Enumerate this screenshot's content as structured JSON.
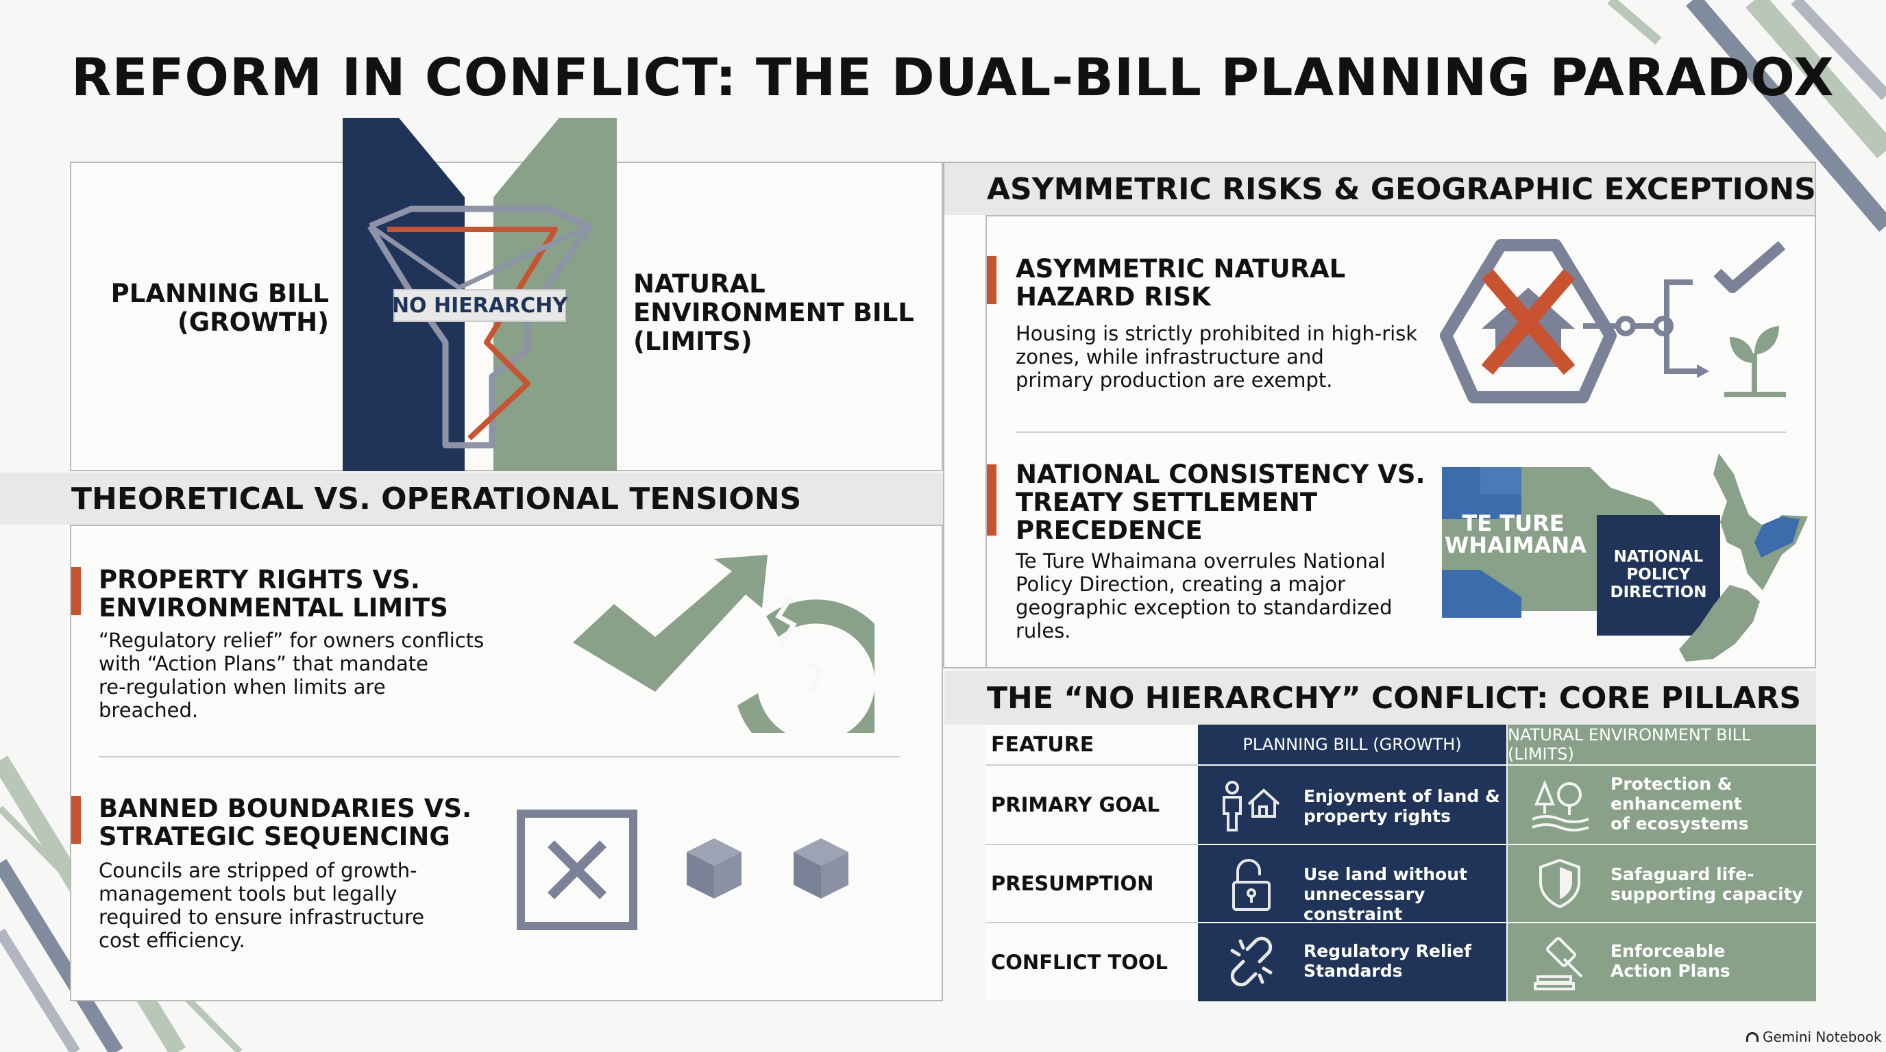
{
  "title": "REFORM IN CONFLICT: THE DUAL-BILL PLANNING PARADOX",
  "colors": {
    "navy": "#1f3458",
    "sage": "#88a188",
    "accent": "#c9532f",
    "steel": "#7b8196",
    "band": "#e8e8e7"
  },
  "hero": {
    "left_label_line1": "PLANNING BILL",
    "left_label_line2": "(GROWTH)",
    "center_label": "NO HIERARCHY",
    "right_label_line1": "NATURAL",
    "right_label_line2": "ENVIRONMENT BILL",
    "right_label_line3": "(LIMITS)"
  },
  "tensions": {
    "heading": "THEORETICAL VS. OPERATIONAL TENSIONS",
    "items": [
      {
        "title_line1": "PROPERTY RIGHTS VS.",
        "title_line2": "ENVIRONMENTAL LIMITS",
        "body_line1": "“Regulatory relief” for owners conflicts",
        "body_line2": "with “Action Plans” that mandate",
        "body_line3": "re-regulation when limits are",
        "body_line4": "breached.",
        "icon": "broken-arrow-cycle-icon"
      },
      {
        "title_line1": "BANNED BOUNDARIES VS.",
        "title_line2": "STRATEGIC SEQUENCING",
        "body_line1": "Councils are stripped of growth-",
        "body_line2": "management tools but legally",
        "body_line3": "required to ensure infrastructure",
        "body_line4": "cost efficiency.",
        "icon": "crossed-box-and-cubes-icon"
      }
    ]
  },
  "risks": {
    "heading": "ASYMMETRIC RISKS & GEOGRAPHIC EXCEPTIONS",
    "items": [
      {
        "title_line1": "ASYMMETRIC NATURAL",
        "title_line2": "HAZARD RISK",
        "body_line1": "Housing is strictly prohibited in high-risk",
        "body_line2": "zones, while infrastructure and",
        "body_line3": "primary production are exempt.",
        "icon": "hazard-house-branch-icon"
      },
      {
        "title_line1": "NATIONAL CONSISTENCY VS.",
        "title_line2": "TREATY SETTLEMENT",
        "title_line3": "PRECEDENCE",
        "body_line1": "Te Ture Whaimana overrules National",
        "body_line2": "Policy Direction, creating a major",
        "body_line3": "geographic exception to standardized",
        "body_line4": "rules.",
        "map_label_a_line1": "TE TURE",
        "map_label_a_line2": "WHAIMANA",
        "map_label_b_line1": "NATIONAL",
        "map_label_b_line2": "POLICY",
        "map_label_b_line3": "DIRECTION",
        "icon": "new-zealand-map-icon"
      }
    ]
  },
  "pillars": {
    "heading": "THE “NO HIERARCHY” CONFLICT: CORE PILLARS",
    "col_feature": "FEATURE",
    "col_planning": "PLANNING BILL (GROWTH)",
    "col_nature": "NATURAL ENVIRONMENT BILL (LIMITS)",
    "rows": [
      {
        "label": "PRIMARY GOAL",
        "planning_line1": "Enjoyment of land &",
        "planning_line2": "property rights",
        "planning_icon": "person-house-icon",
        "nature_line1": "Protection &",
        "nature_line2": "enhancement",
        "nature_line3": "of ecosystems",
        "nature_icon": "trees-water-icon"
      },
      {
        "label": "PRESUMPTION",
        "planning_line1": "Use land without",
        "planning_line2": "unnecessary constraint",
        "planning_icon": "open-padlock-icon",
        "nature_line1": "Safaguard life-",
        "nature_line2": "supporting capacity",
        "nature_icon": "shield-icon"
      },
      {
        "label": "CONFLICT TOOL",
        "planning_line1": "Regulatory Relief",
        "planning_line2": "Standards",
        "planning_icon": "broken-chain-icon",
        "nature_line1": "Enforceable",
        "nature_line2": "Action Plans",
        "nature_icon": "gavel-icon"
      }
    ]
  },
  "footer": {
    "brand": "Gemini Notebook"
  }
}
